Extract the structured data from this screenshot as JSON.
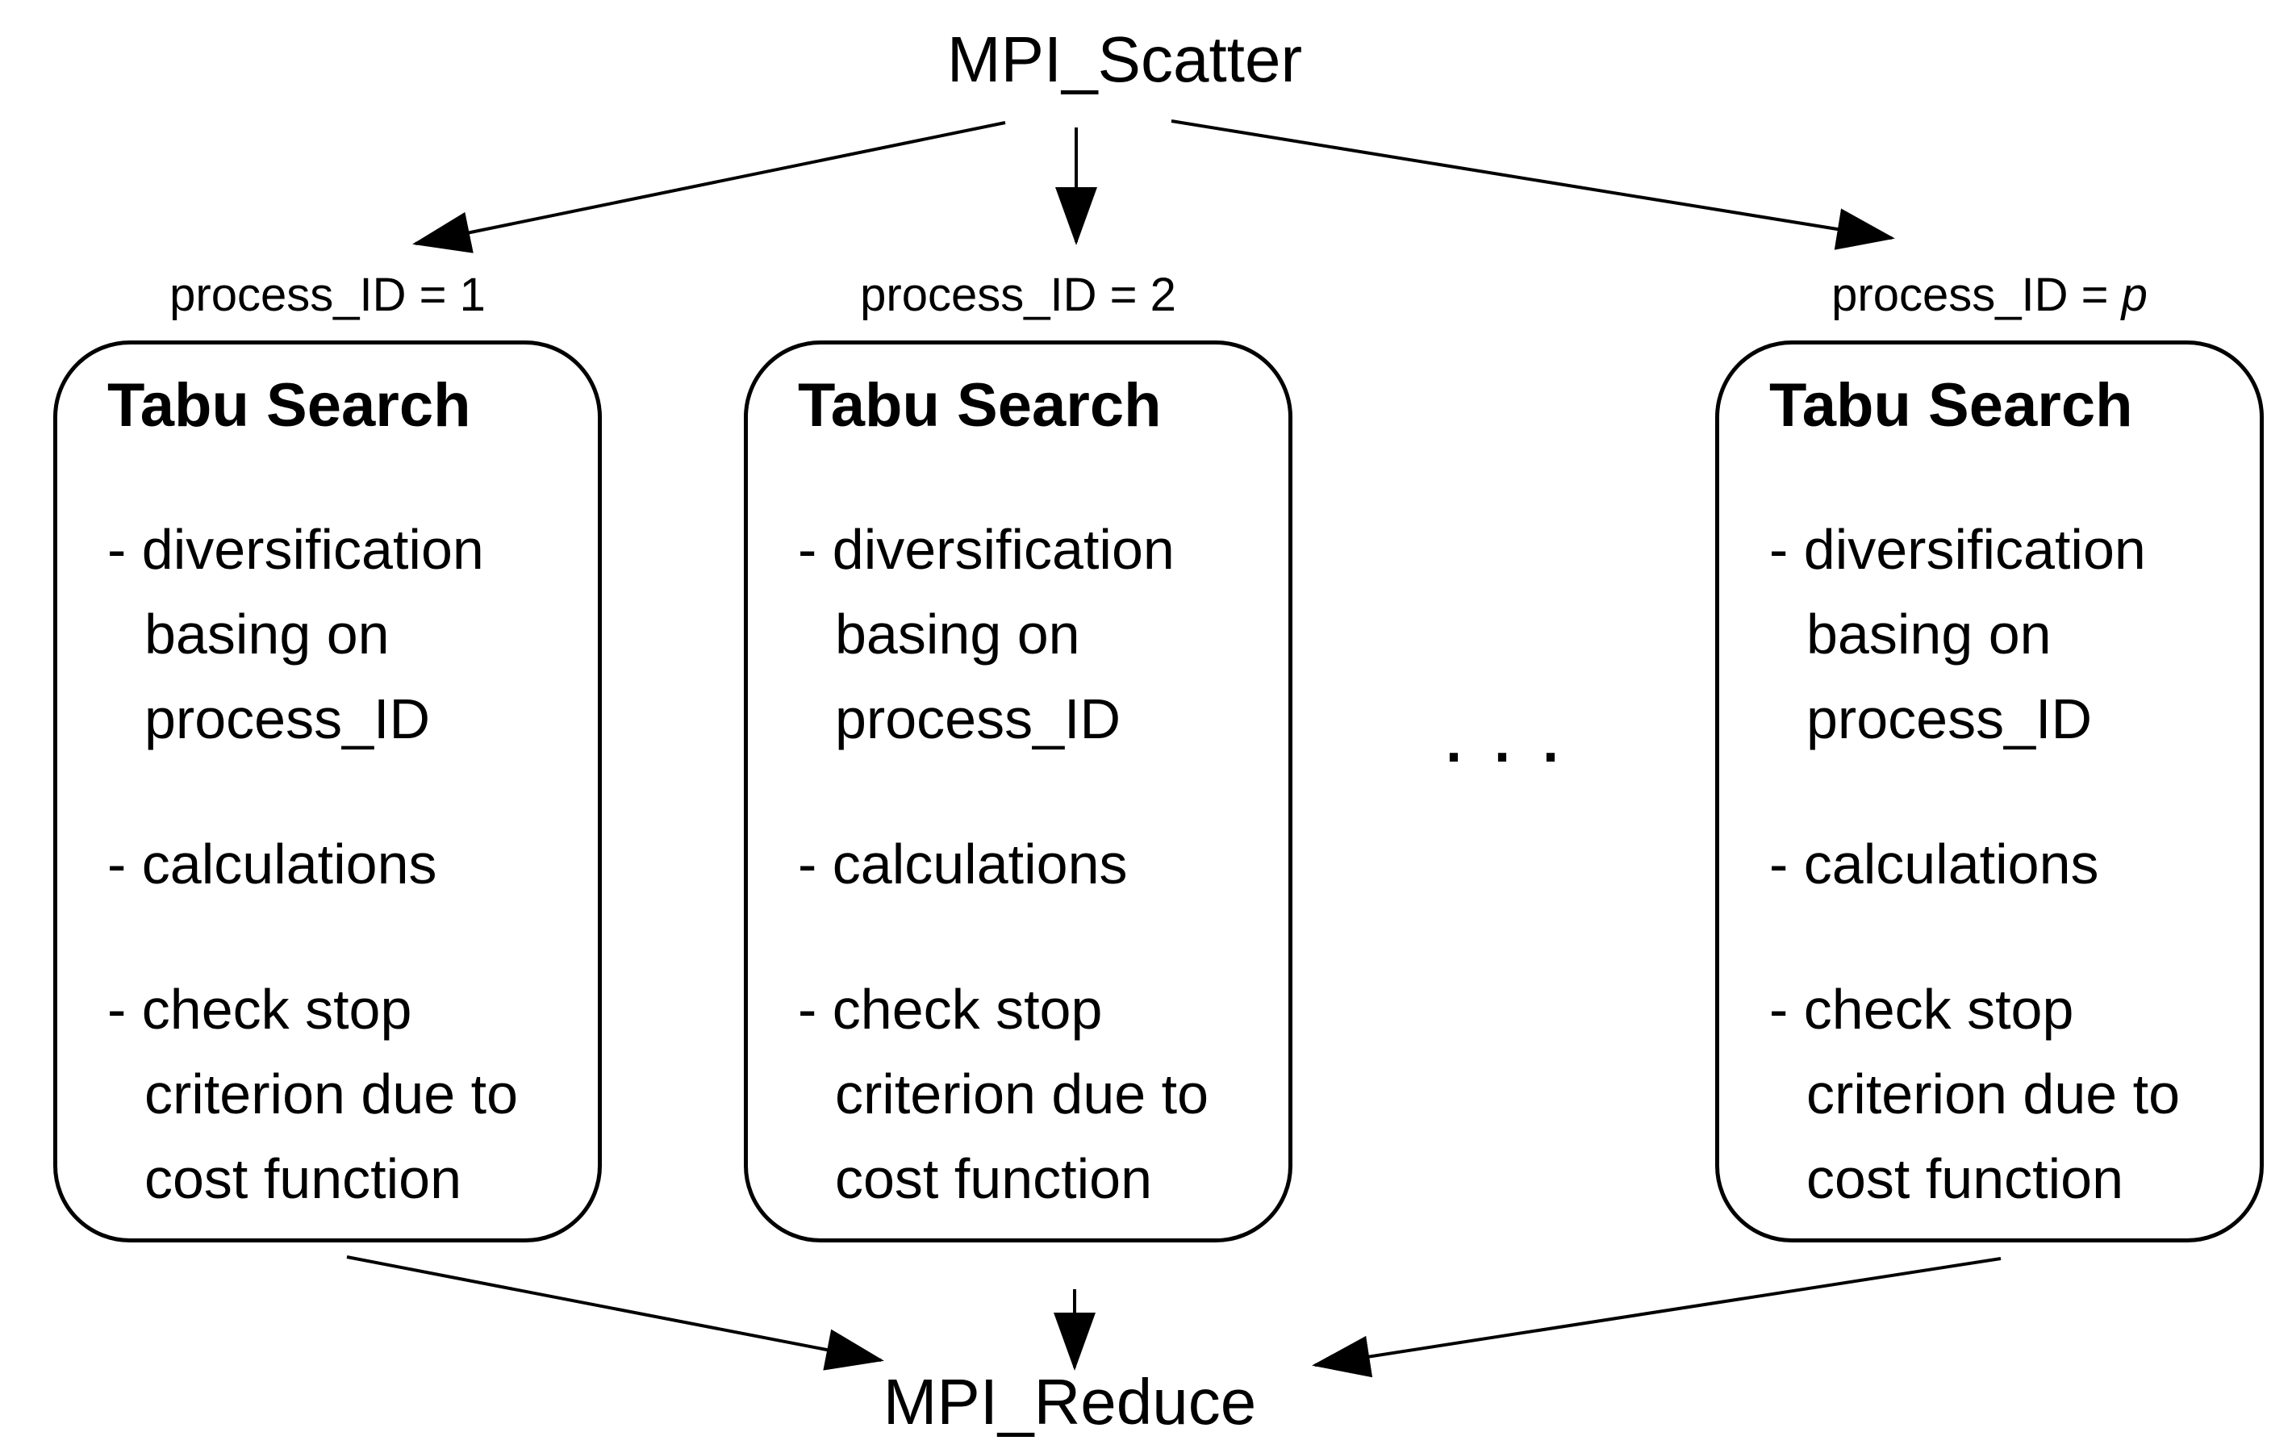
{
  "diagram": {
    "background": "#ffffff",
    "ink": "#000000",
    "top_node": {
      "label": "MPI_Scatter"
    },
    "bottom_node": {
      "label": "MPI_Reduce"
    },
    "ellipsis": ". . .",
    "boxes": [
      {
        "process_label_prefix": "process_ID = ",
        "process_label_value": "1",
        "process_label_value_style": "normal",
        "title": "Tabu Search",
        "items": [
          {
            "lines": [
              "- diversification",
              "basing on",
              "process_ID"
            ]
          },
          {
            "lines": [
              "- calculations"
            ]
          },
          {
            "lines": [
              "- check stop",
              "criterion due to",
              "cost function"
            ]
          }
        ]
      },
      {
        "process_label_prefix": "process_ID = ",
        "process_label_value": "2",
        "process_label_value_style": "normal",
        "title": "Tabu Search",
        "items": [
          {
            "lines": [
              "- diversification",
              "basing on",
              "process_ID"
            ]
          },
          {
            "lines": [
              "- calculations"
            ]
          },
          {
            "lines": [
              "- check stop",
              "criterion due to",
              "cost function"
            ]
          }
        ]
      },
      {
        "process_label_prefix": "process_ID = ",
        "process_label_value": "p",
        "process_label_value_style": "italic",
        "title": "Tabu Search",
        "items": [
          {
            "lines": [
              "- diversification",
              "basing on",
              "process_ID"
            ]
          },
          {
            "lines": [
              "- calculations"
            ]
          },
          {
            "lines": [
              "- check stop",
              "criterion due to",
              "cost function"
            ]
          }
        ]
      }
    ]
  }
}
